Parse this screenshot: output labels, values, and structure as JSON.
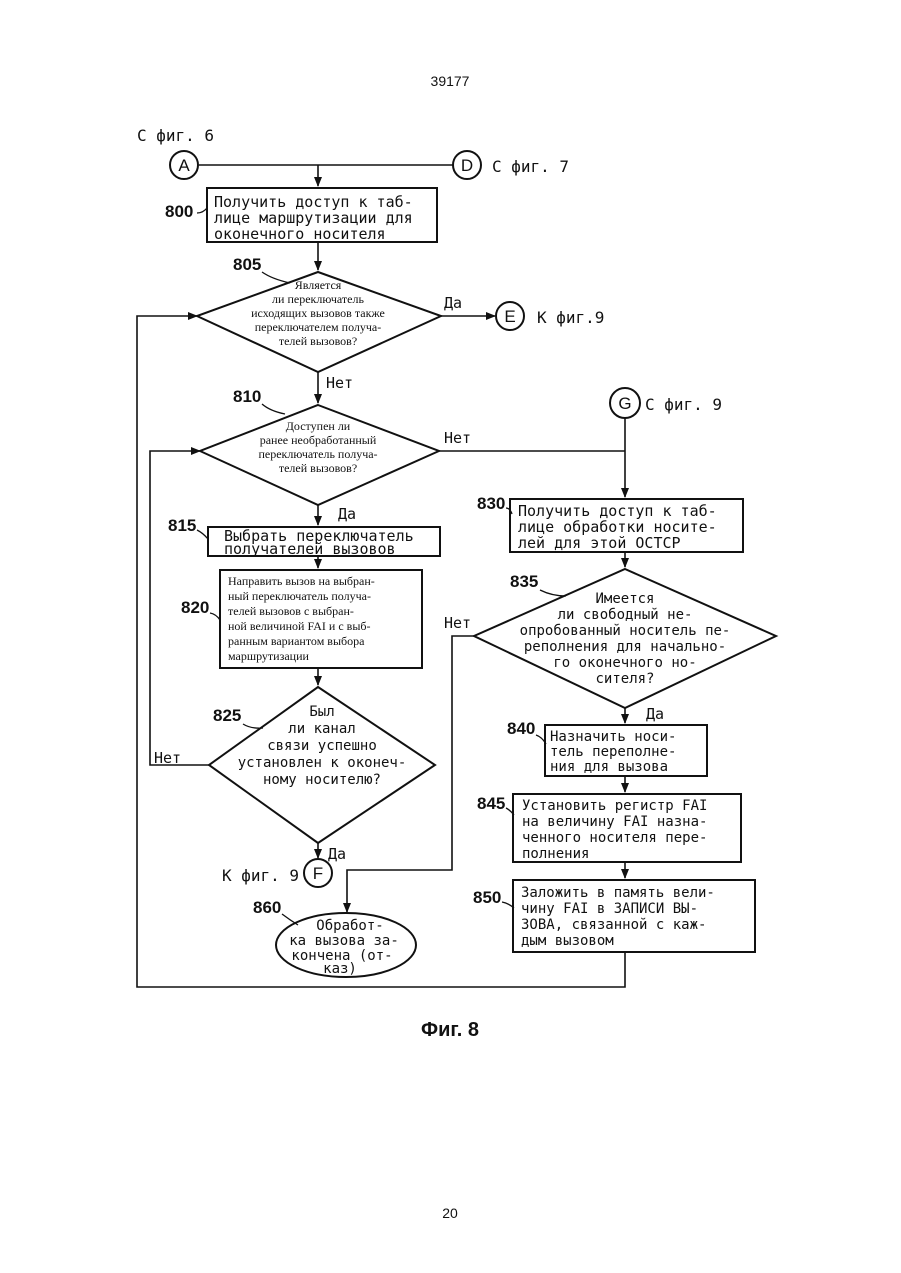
{
  "page": {
    "header_number": "39177",
    "footer_number": "20",
    "caption": "Фиг. 8"
  },
  "connectors": {
    "A": {
      "letter": "A",
      "note": "С фиг. 6"
    },
    "D": {
      "letter": "D",
      "note": "С фиг. 7"
    },
    "E": {
      "letter": "E",
      "note": "К фиг.9"
    },
    "G": {
      "letter": "G",
      "note": "С фиг. 9"
    },
    "F": {
      "letter": "F",
      "note": "К фиг. 9"
    }
  },
  "steps": {
    "s800": {
      "ref": "800",
      "lines": [
        "Получить доступ к таб-",
        "лице маршрутизации для",
        "оконечного носителя"
      ]
    },
    "s805": {
      "ref": "805",
      "lines": [
        "Является",
        "ли переключатель",
        "исходящих вызовов также",
        "переключателем получа-",
        "телей вызовов?"
      ]
    },
    "s810": {
      "ref": "810",
      "lines": [
        "Доступен ли",
        "ранее необработанный",
        "переключатель получа-",
        "телей вызовов?"
      ]
    },
    "s815": {
      "ref": "815",
      "lines": [
        "Выбрать переключатель",
        "получателей вызовов"
      ]
    },
    "s820": {
      "ref": "820",
      "lines": [
        "Направить вызов на выбран-",
        "ный переключатель получа-",
        "телей вызовов с выбран-",
        "ной величиной FAI и с выб-",
        "ранным вариантом выбора",
        "маршрутизации"
      ]
    },
    "s825": {
      "ref": "825",
      "lines": [
        "Был",
        "ли канал",
        "связи успешно",
        "установлен к оконеч-",
        "ному носителю?"
      ]
    },
    "s830": {
      "ref": "830",
      "lines": [
        "Получить доступ к таб-",
        "лице обработки носите-",
        "лей для этой ОСТСР"
      ]
    },
    "s835": {
      "ref": "835",
      "lines": [
        "Имеется",
        "ли свободный не-",
        "опробованный носитель пе-",
        "реполнения для начально-",
        "го оконечного но-",
        "сителя?"
      ]
    },
    "s840": {
      "ref": "840",
      "lines": [
        "Назначить носи-",
        "тель переполне-",
        "ния для вызова"
      ]
    },
    "s845": {
      "ref": "845",
      "lines": [
        "Установить регистр FAI",
        "на величину FAI назна-",
        "ченного носителя пере-",
        "полнения"
      ]
    },
    "s850": {
      "ref": "850",
      "lines": [
        "Заложить в память вели-",
        "чину FAI в ЗАПИСИ ВЫ-",
        "ЗОВА, связанной с каж-",
        "дым вызовом"
      ]
    },
    "s860": {
      "ref": "860",
      "lines": [
        "Обработ-",
        "ка вызова за-",
        "кончена (от-",
        "каз)"
      ]
    }
  },
  "branch_labels": {
    "b805_yes": "Да",
    "b805_no": "Нет",
    "b810_no": "Нет",
    "b810_yes": "Да",
    "b825_no": "Нет",
    "b825_yes": "Да",
    "b835_no": "Нет",
    "b835_yes": "Да"
  }
}
